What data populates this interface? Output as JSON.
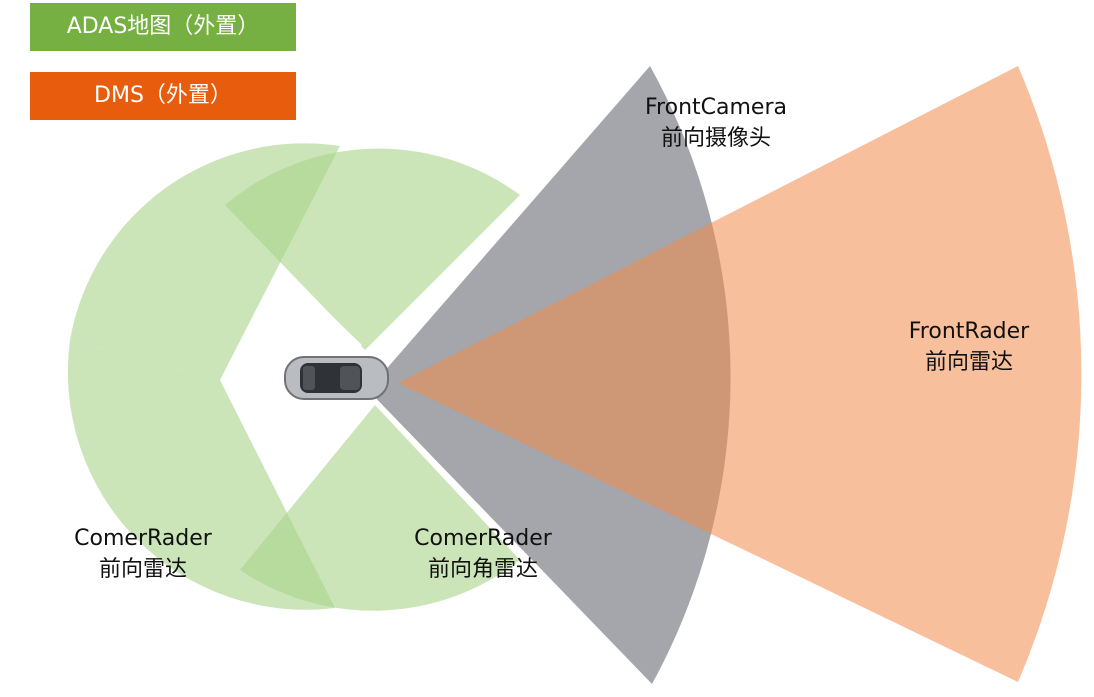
{
  "badges": {
    "adas": {
      "label": "ADAS地图（外置）",
      "color": "#76b043"
    },
    "dms": {
      "label": "DMS（外置）",
      "color": "#e85c0d"
    }
  },
  "sensors": {
    "front_camera": {
      "name": "FrontCamera",
      "cn": "前向摄像头",
      "color": "#7d8088"
    },
    "front_radar": {
      "name": "FrontRader",
      "cn": "前向雷达",
      "color": "#f08a4b"
    },
    "corner_radar_left": {
      "name": "ComerRader",
      "cn": "前向雷达",
      "color": "#a9d38a"
    },
    "corner_radar_right": {
      "name": "ComerRader",
      "cn": "前向角雷达",
      "color": "#a9d38a"
    }
  }
}
